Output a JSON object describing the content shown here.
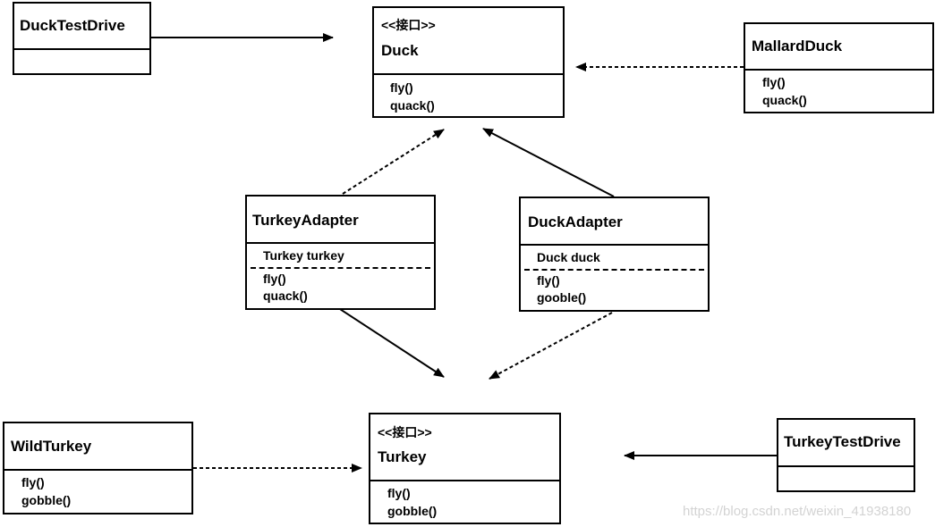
{
  "duck_test_drive": {
    "name": "DuckTestDrive"
  },
  "duck": {
    "stereotype": "<<接口>>",
    "name": "Duck",
    "methods": [
      "fly()",
      "quack()"
    ]
  },
  "mallard_duck": {
    "name": "MallardDuck",
    "methods": [
      "fly()",
      "quack()"
    ]
  },
  "turkey_adapter": {
    "name": "TurkeyAdapter",
    "field": "Turkey turkey",
    "methods": [
      "fly()",
      "quack()"
    ]
  },
  "duck_adapter": {
    "name": "DuckAdapter",
    "field": "Duck duck",
    "methods": [
      "fly()",
      "gooble()"
    ]
  },
  "wild_turkey": {
    "name": "WildTurkey",
    "methods": [
      "fly()",
      "gobble()"
    ]
  },
  "turkey": {
    "stereotype": "<<接口>>",
    "name": "Turkey",
    "methods": [
      "fly()",
      "gobble()"
    ]
  },
  "turkey_test_drive": {
    "name": "TurkeyTestDrive"
  },
  "watermark": "https://blog.csdn.net/weixin_41938180"
}
